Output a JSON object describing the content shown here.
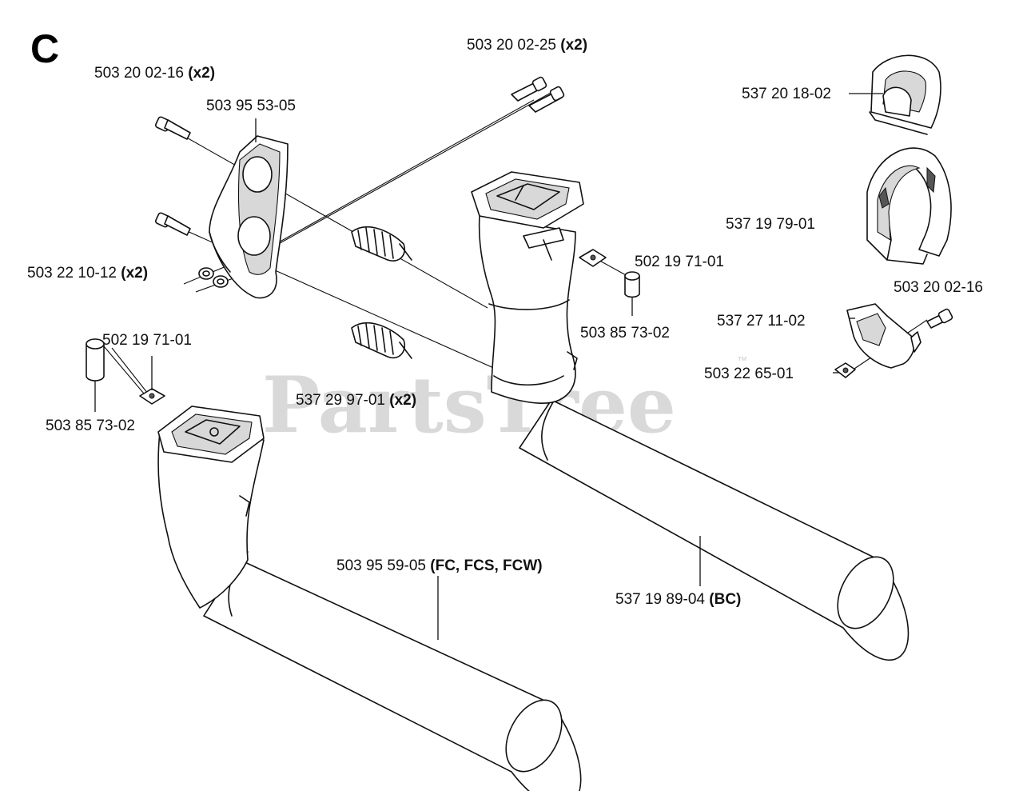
{
  "section": "C",
  "watermark": {
    "text": "PartsTree",
    "tm": "™"
  },
  "labels": {
    "bolt_top_qty": {
      "number": "503 20 02-25",
      "qty": "(x2)"
    },
    "bolt_left_qty": {
      "number": "503 20 02-16",
      "qty": "(x2)"
    },
    "bracket": {
      "number": "503 95 53-05"
    },
    "clip_top": {
      "number": "537 20 18-02"
    },
    "clip_body": {
      "number": "537 19 79-01"
    },
    "bolt_right": {
      "number": "503 20 02-16"
    },
    "nut_right_upper": {
      "number": "502 19 71-01"
    },
    "spacer_right": {
      "number": "503 85 73-02"
    },
    "washer": {
      "number": "503 22 10-12",
      "qty": "(x2)"
    },
    "clip_small": {
      "number": "537 27 11-02"
    },
    "nut_small": {
      "number": "503 22 65-01"
    },
    "nut_left": {
      "number": "502 19 71-01"
    },
    "spring": {
      "number": "537 29 97-01",
      "qty": "(x2)"
    },
    "spacer_left": {
      "number": "503 85 73-02"
    },
    "handle_fc": {
      "number": "503 95 59-05",
      "qty": "(FC, FCS, FCW)"
    },
    "handle_bc": {
      "number": "537 19 89-04",
      "qty": "(BC)"
    }
  }
}
